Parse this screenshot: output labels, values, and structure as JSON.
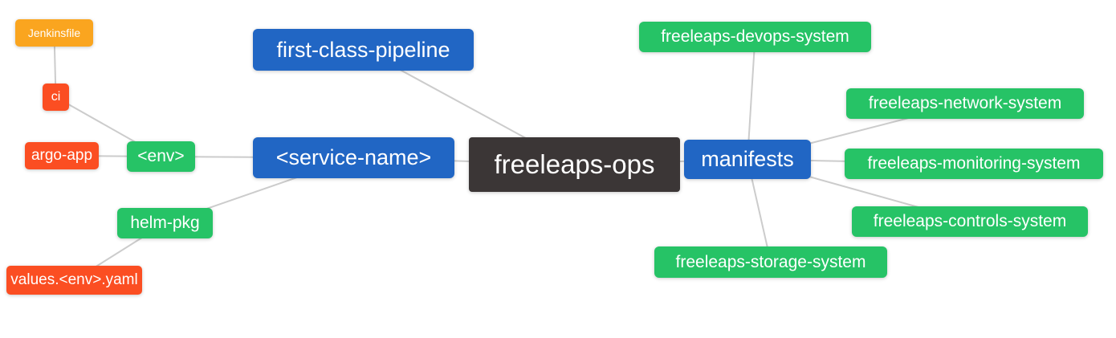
{
  "diagram": {
    "type": "mindmap",
    "root_label": "freeleaps-ops"
  },
  "palette": {
    "dark": "#3B3636",
    "blue": "#2166C4",
    "green": "#26C366",
    "red": "#FB4E22",
    "orange": "#FAA51F",
    "edge": "#CCCCCC",
    "text": "#FFFFFF",
    "background": "#FFFFFF"
  },
  "nodes": {
    "root": {
      "label": "freeleaps-ops",
      "color": "dark"
    },
    "first_class_pipeline": {
      "label": "first-class-pipeline",
      "color": "blue"
    },
    "service_name": {
      "label": "<service-name>",
      "color": "blue"
    },
    "manifests": {
      "label": "manifests",
      "color": "blue"
    },
    "env": {
      "label": "<env>",
      "color": "green"
    },
    "helm_pkg": {
      "label": "helm-pkg",
      "color": "green"
    },
    "ci": {
      "label": "ci",
      "color": "red"
    },
    "argo_app": {
      "label": "argo-app",
      "color": "red"
    },
    "values_env_yaml": {
      "label": "values.<env>.yaml",
      "color": "red"
    },
    "jenkinsfile": {
      "label": "Jenkinsfile",
      "color": "orange"
    },
    "devops_system": {
      "label": "freeleaps-devops-system",
      "color": "green"
    },
    "network_system": {
      "label": "freeleaps-network-system",
      "color": "green"
    },
    "monitoring_system": {
      "label": "freeleaps-monitoring-system",
      "color": "green"
    },
    "controls_system": {
      "label": "freeleaps-controls-system",
      "color": "green"
    },
    "storage_system": {
      "label": "freeleaps-storage-system",
      "color": "green"
    }
  },
  "edges": [
    [
      "jenkinsfile",
      "ci"
    ],
    [
      "ci",
      "env"
    ],
    [
      "argo_app",
      "env"
    ],
    [
      "env",
      "service_name"
    ],
    [
      "helm_pkg",
      "service_name"
    ],
    [
      "values_env_yaml",
      "helm_pkg"
    ],
    [
      "service_name",
      "root"
    ],
    [
      "first_class_pipeline",
      "root"
    ],
    [
      "root",
      "manifests"
    ],
    [
      "manifests",
      "devops_system"
    ],
    [
      "manifests",
      "network_system"
    ],
    [
      "manifests",
      "monitoring_system"
    ],
    [
      "manifests",
      "controls_system"
    ],
    [
      "manifests",
      "storage_system"
    ]
  ]
}
